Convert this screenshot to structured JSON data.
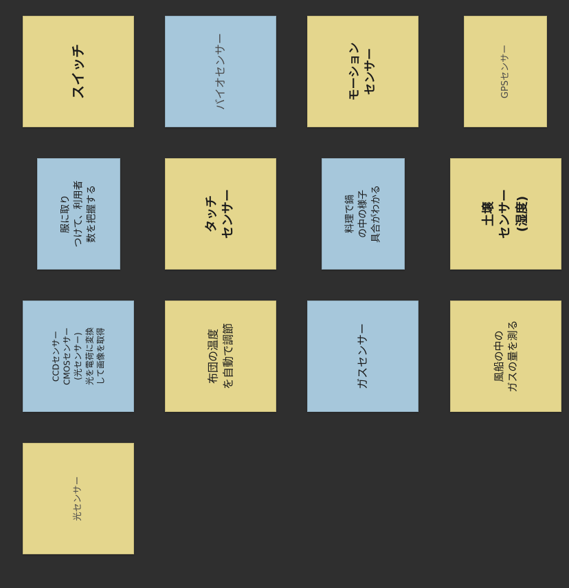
{
  "notes": [
    {
      "label": "スイッチ",
      "color": "#e4d68d"
    },
    {
      "label": "バイオセンサー",
      "color": "#a6c7db"
    },
    {
      "label": "モーション\nセンサー",
      "color": "#e4d68d"
    },
    {
      "label": "GPSセンサー",
      "color": "#e4d68d"
    },
    {
      "label": "服に取り\nつけて、利用者\n数を把握する",
      "color": "#a6c7db"
    },
    {
      "label": "タッチ\nセンサー",
      "color": "#e4d68d"
    },
    {
      "label": "料理で鍋\nの中の様子\n具合がわかる",
      "color": "#a6c7db"
    },
    {
      "label": "土壌\nセンサー\n(湿度)",
      "color": "#e4d68d"
    },
    {
      "label": "CCDセンサー\nCMOSセンサー\n(光センサー)\n光を電荷に変換\nして画像を取得",
      "color": "#a6c7db"
    },
    {
      "label": "布団の温度\nを自動で調節",
      "color": "#e4d68d"
    },
    {
      "label": "ガスセンサー",
      "color": "#a6c7db"
    },
    {
      "label": "風船の中の\nガスの量を測る",
      "color": "#e4d68d"
    },
    {
      "label": "光センサー",
      "color": "#e4d68d"
    }
  ]
}
